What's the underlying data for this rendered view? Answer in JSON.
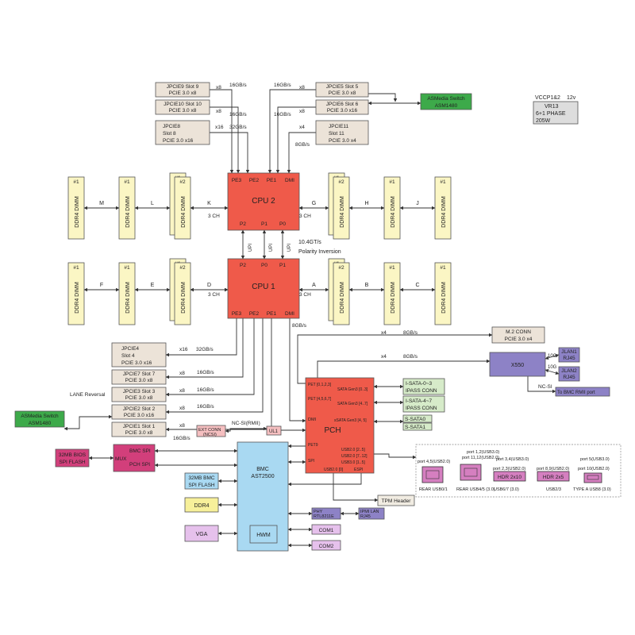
{
  "colors": {
    "cpu": "#ef5a4a",
    "pch": "#ef5a4a",
    "bmc": "#a9d9f2",
    "dimm": "#fbf6c4",
    "slot": "#ece3d8",
    "switch": "#3daa4a",
    "sata": "#d6ebc9",
    "bios": "#d23f7b",
    "lan": "#8d82c6",
    "com": "#e6c1ec",
    "ddr4": "#f7f09a",
    "tpm": "#f1ece2",
    "usb_box": "#d57fc0"
  },
  "cpu2": {
    "title": "CPU 2",
    "ports_top": [
      "PE3",
      "PE2",
      "PE1",
      "DMI"
    ],
    "ports_bottom": [
      "P2",
      "P1",
      "P0"
    ]
  },
  "cpu1": {
    "title": "CPU 1",
    "ports_top": [
      "P2",
      "P0",
      "P1"
    ],
    "ports_bottom": [
      "PE3",
      "PE2",
      "PE1",
      "DMI"
    ]
  },
  "upi": {
    "label": "UPI",
    "speed": "10.4GT/s",
    "note": "Polarity Inversion"
  },
  "vr": {
    "title_left": "VCCP1&2",
    "title_right": "12v",
    "lines": [
      "VR13",
      "6+1 PHASE",
      "205W"
    ]
  },
  "dimm": {
    "slot_num": "#1",
    "slot_num2": "#2",
    "label": "DDR4 DIMM",
    "channel": "3 CH",
    "letters_cpu2_left": [
      "M",
      "L",
      "K"
    ],
    "letters_cpu2_right": [
      "G",
      "H",
      "J"
    ],
    "letters_cpu1_left": [
      "F",
      "E",
      "D"
    ],
    "letters_cpu1_right": [
      "A",
      "B",
      "C"
    ]
  },
  "slots_cpu2_left": [
    {
      "l1": "JPCIE9  Slot 9",
      "l2": "PCIE 3.0 x8",
      "lanes": "x8",
      "bw": "16GB/s"
    },
    {
      "l1": "JPCIE10  Slot 10",
      "l2": "PCIE 3.0 x8",
      "lanes": "x8",
      "bw": "16GB/s"
    },
    {
      "l1": "JPCIE8",
      "l2": "Slot 8",
      "l3": "PCIE 3.0 x16",
      "lanes": "x16",
      "bw": "32GB/s"
    }
  ],
  "slots_cpu2_right": [
    {
      "l1": "JPCIE5  Slot 5",
      "l2": "PCIE 3.0 x8",
      "lanes": "x8",
      "bw": "16GB/s"
    },
    {
      "l1": "JPCIE6  Slot 6",
      "l2": "PCIE 3.0 x16",
      "lanes": "x8",
      "bw": "16GB/s"
    },
    {
      "l1": "JPCIE11",
      "l2": "Slot 11",
      "l3": "PCIE 3.0 x4",
      "lanes": "x4",
      "bw": "8GB/s"
    }
  ],
  "asm_top": {
    "l1": "ASMedia Switch",
    "l2": "ASM1480"
  },
  "asm_left": {
    "l1": "ASMedia Switch",
    "l2": "ASM1480"
  },
  "slots_cpu1": [
    {
      "l1": "JPCIE4",
      "l2": "Slot 4",
      "l3": "PCIE 3.0 x16",
      "lanes": "x16",
      "bw": "32GB/s"
    },
    {
      "l1": "JPCIE7  Slot 7",
      "l2": "PCIE 3.0 x8",
      "lanes": "x8",
      "bw": "16GB/s"
    },
    {
      "l1": "JPCIE3  Slot 3",
      "l2": "PCIE 3.0 x8",
      "lanes": "x8",
      "bw": "16GB/s"
    },
    {
      "l1": "JPCIE2  Slot 2",
      "l2": "PCIE 3.0 x16",
      "lanes": "x8",
      "bw": "16GB/s"
    },
    {
      "l1": "JPCIE1  Slot 1",
      "l2": "PCIE 3.0 x8",
      "lanes": "x8",
      "bw": "16GB/s"
    }
  ],
  "lane_reversal": "LANE Reversal",
  "dmi_bw": "8GB/s",
  "m2": {
    "l1": "M.2  CONN",
    "l2": "PCIE 3.0 x4",
    "lanes": "x4",
    "bw": "8GB/s"
  },
  "x550": {
    "label": "X550",
    "lanes": "x4",
    "bw": "8GB/s"
  },
  "jlan1": {
    "l1": "JLAN1",
    "l2": "RJ45",
    "speed": "10G"
  },
  "jlan2": {
    "l1": "JLAN2",
    "l2": "RJ45",
    "speed": "10G"
  },
  "ncsi": "NC-SI",
  "bmc_rmii": "To BMC RMII port",
  "pch": {
    "title": "PCH",
    "pet1": "PET [0,1,2,3]",
    "pet2": "PET [4,5,6,7]",
    "dmi": "DMI",
    "pet9": "PET9",
    "spi": "SPI",
    "sata1": "SATA Gen3 [0..3]",
    "sata2": "SATA Gen3 [4..7]",
    "ssata": "sSATA Gen3 [4, 5]",
    "usb1": "USB2.0 [2..5]",
    "usb2": "USB2.0 [7..12]",
    "usb3": "USB3.0 [1..5]",
    "usb_bottom": "USB2.0 [0]",
    "espi": "ESPI"
  },
  "isata1": {
    "l1": "I-SATA-0~3",
    "l2": "IPASS CONN"
  },
  "isata2": {
    "l1": "I-SATA-4~7",
    "l2": "IPASS CONN"
  },
  "ssata0": "S-SATA0",
  "ssata1": "S-SATA1",
  "bmc": {
    "l1": "BMC",
    "l2": "AST2500",
    "hwm": "HWM"
  },
  "ncsi_rmii": "NC-SI(RMII)",
  "ext_conn": {
    "l1": "EXT CONN",
    "l2": "(NCSI)"
  },
  "ul1": "UL1",
  "bios": {
    "l1": "32MB BIOS",
    "l2": "SPI FLASH"
  },
  "mux": "MUX",
  "bmc_spi": "BMC SPI",
  "pch_spi": "PCH SPI",
  "bmc_flash": {
    "l1": "32MB BMC",
    "l2": "SPI FLASH"
  },
  "ddr4": "DDR4",
  "vga": "VGA",
  "phy": {
    "l1": "PHY",
    "l2": "RTL8211E"
  },
  "ipmi": {
    "l1": "IPMI LAN",
    "l2": "RJ45"
  },
  "com1": "COM1",
  "com2": "COM2",
  "tpm": "TPM Header",
  "usb": {
    "p45": "port 4,5(USB2.0)",
    "rear01": "REAR USB0/1",
    "p12": "port 1,2(USB3.0)",
    "p1112": "port 11,12(USB2.0)",
    "rear45": "REAR USB4/5 (3.0)",
    "p34": "port 3,4(USB3.0)",
    "p23": "port 2,3(USB2.0)",
    "hdr210": "HDR 2x10",
    "usb67": "USB6/7 (3.0)",
    "p89": "port 8,9(USB2.0)",
    "hdr25": "HDR 2x5",
    "usb23": "USB2/3",
    "p5": "port 5(USB3.0)",
    "p10": "port 10(USB2.0)",
    "typea": "TYPE A USB8 (3.0)"
  }
}
